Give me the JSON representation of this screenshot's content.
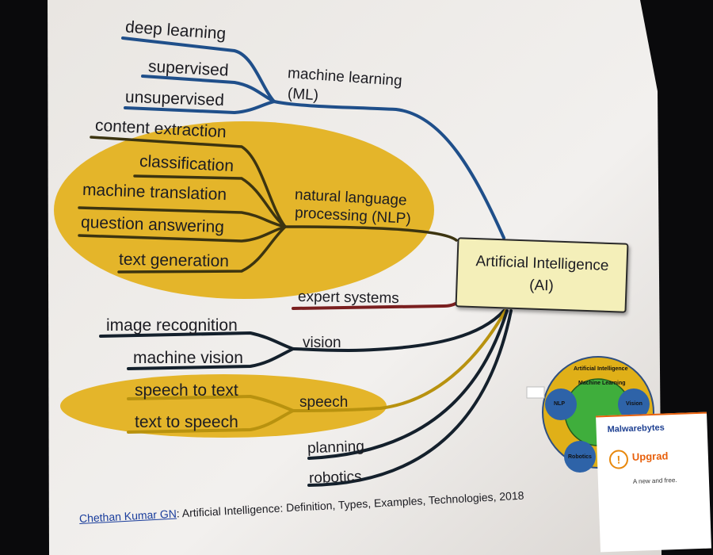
{
  "center": {
    "line1": "Artificial Intelligence",
    "line2": "(AI)"
  },
  "branches": {
    "ml": {
      "line1": "machine learning",
      "line2": "(ML)",
      "leaves": [
        "deep learning",
        "supervised",
        "unsupervised"
      ]
    },
    "nlp": {
      "line1": "natural language",
      "line2": "processing (NLP)",
      "leaves": [
        "content extraction",
        "classification",
        "machine translation",
        "question answering",
        "text generation"
      ]
    },
    "expert": {
      "label": "expert systems"
    },
    "vision": {
      "label": "vision",
      "leaves": [
        "image recognition",
        "machine vision"
      ]
    },
    "speech": {
      "label": "speech",
      "leaves": [
        "speech to text",
        "text to speech"
      ]
    },
    "planning": {
      "label": "planning"
    },
    "robotics": {
      "label": "robotics"
    }
  },
  "venn": {
    "outer": "Artificial Intelligence",
    "core": "Machine Learning",
    "left": "NLP",
    "right": "Vision",
    "bottom": "Robotics"
  },
  "citation": {
    "author": "Chethan Kumar GN",
    "rest": ": Artificial Intelligence: Definition, Types, Examples, Technologies, 2018"
  },
  "popup": {
    "brand": "Malwarebytes",
    "title": "Upgrad",
    "message": "A new and free.",
    "warn_icon": "!"
  },
  "colors": {
    "ml": "#1f4f8a",
    "nlp": "#cfa21a",
    "expert": "#7a1f1f",
    "vision": "#14202c",
    "speech": "#c9a010",
    "planning": "#14202c",
    "robotics": "#14202c",
    "highlight": "#e4b52a",
    "venn_outer": "#e0b018",
    "venn_core": "#3fae3c",
    "venn_satellite": "#2e63a8",
    "popup_accent": "#e8600c"
  }
}
